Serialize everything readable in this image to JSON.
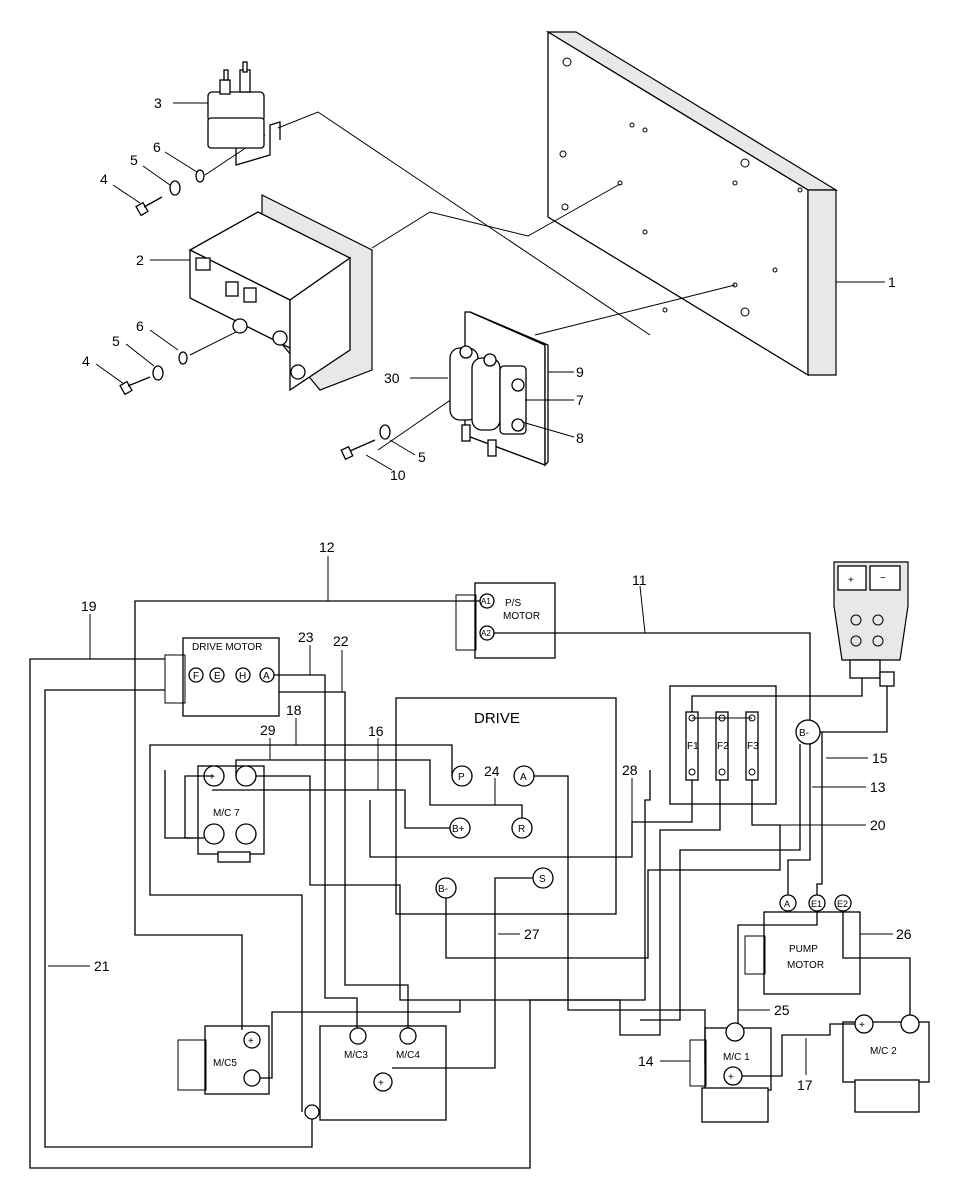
{
  "exploded_callouts": {
    "c1": "1",
    "c2": "2",
    "c3": "3",
    "c4a": "4",
    "c4b": "4",
    "c5a": "5",
    "c5b": "5",
    "c5c": "5",
    "c6a": "6",
    "c6b": "6",
    "c7": "7",
    "c8": "8",
    "c9": "9",
    "c10": "10",
    "c30": "30"
  },
  "wiring_callouts": {
    "c11": "11",
    "c12": "12",
    "c13": "13",
    "c14": "14",
    "c15": "15",
    "c16": "16",
    "c17": "17",
    "c18": "18",
    "c19": "19",
    "c20": "20",
    "c21": "21",
    "c22": "22",
    "c23": "23",
    "c24": "24",
    "c25": "25",
    "c26": "26",
    "c27": "27",
    "c28": "28",
    "c29": "29"
  },
  "components": {
    "ps_motor": {
      "line1": "P/S",
      "line2": "MOTOR",
      "a1": "A1",
      "a2": "A2"
    },
    "drive_motor": {
      "title": "DRIVE MOTOR",
      "f": "F",
      "e": "E",
      "h": "H",
      "a": "A"
    },
    "drive": {
      "title": "DRIVE",
      "p": "P",
      "a": "A",
      "bplus": "B+",
      "r": "R",
      "s": "S",
      "bminus": "B-"
    },
    "fuse_block": {
      "f1": "F1",
      "f2": "F2",
      "f3": "F3"
    },
    "b_minus": "B-",
    "connector": {
      "plus": "+",
      "minus": "−"
    },
    "pump_motor": {
      "line1": "PUMP",
      "line2": "MOTOR",
      "a": "A",
      "e1": "E1",
      "e2": "E2"
    },
    "mc7": {
      "label": "M/C 7",
      "plus": "+"
    },
    "mc5": {
      "label": "M/C5",
      "plus": "+"
    },
    "mc34": {
      "mc3": "M/C3",
      "mc4": "M/C4",
      "plus": "+"
    },
    "mc1": {
      "label": "M/C 1",
      "plus": "+"
    },
    "mc2": {
      "label": "M/C 2",
      "plus": "+"
    }
  }
}
